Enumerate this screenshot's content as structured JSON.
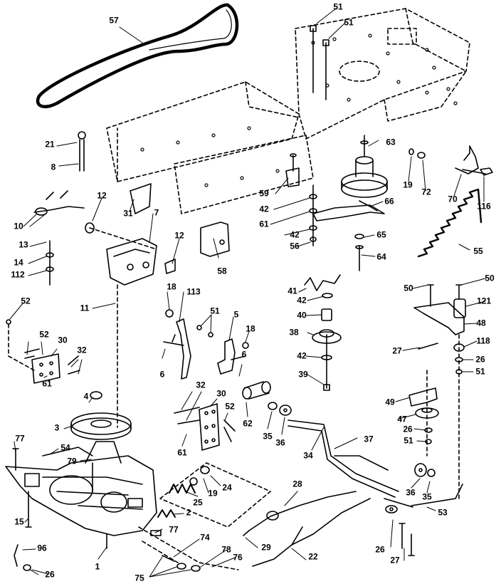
{
  "diagram": {
    "colors": {
      "ink": "#000000",
      "paper": "#ffffff"
    },
    "callouts": [
      "57",
      "51",
      "51",
      "63",
      "21",
      "8",
      "12",
      "19",
      "72",
      "70",
      "116",
      "10",
      "7",
      "31",
      "12",
      "59",
      "42",
      "61",
      "42",
      "66",
      "56",
      "65",
      "64",
      "55",
      "13",
      "14",
      "112",
      "58",
      "18",
      "113",
      "52",
      "11",
      "51",
      "5",
      "18",
      "41",
      "42",
      "40",
      "38",
      "42",
      "39",
      "50",
      "50",
      "121",
      "48",
      "27",
      "118",
      "26",
      "51",
      "6",
      "6",
      "52",
      "30",
      "32",
      "61",
      "4",
      "32",
      "30",
      "52",
      "3",
      "62",
      "35",
      "36",
      "77",
      "54",
      "79",
      "61",
      "37",
      "49",
      "47",
      "26",
      "51",
      "34",
      "25",
      "19",
      "24",
      "28",
      "2",
      "36",
      "35",
      "53",
      "15",
      "77",
      "74",
      "96",
      "29",
      "26",
      "27",
      "22",
      "1",
      "75",
      "78",
      "76",
      "26"
    ]
  }
}
